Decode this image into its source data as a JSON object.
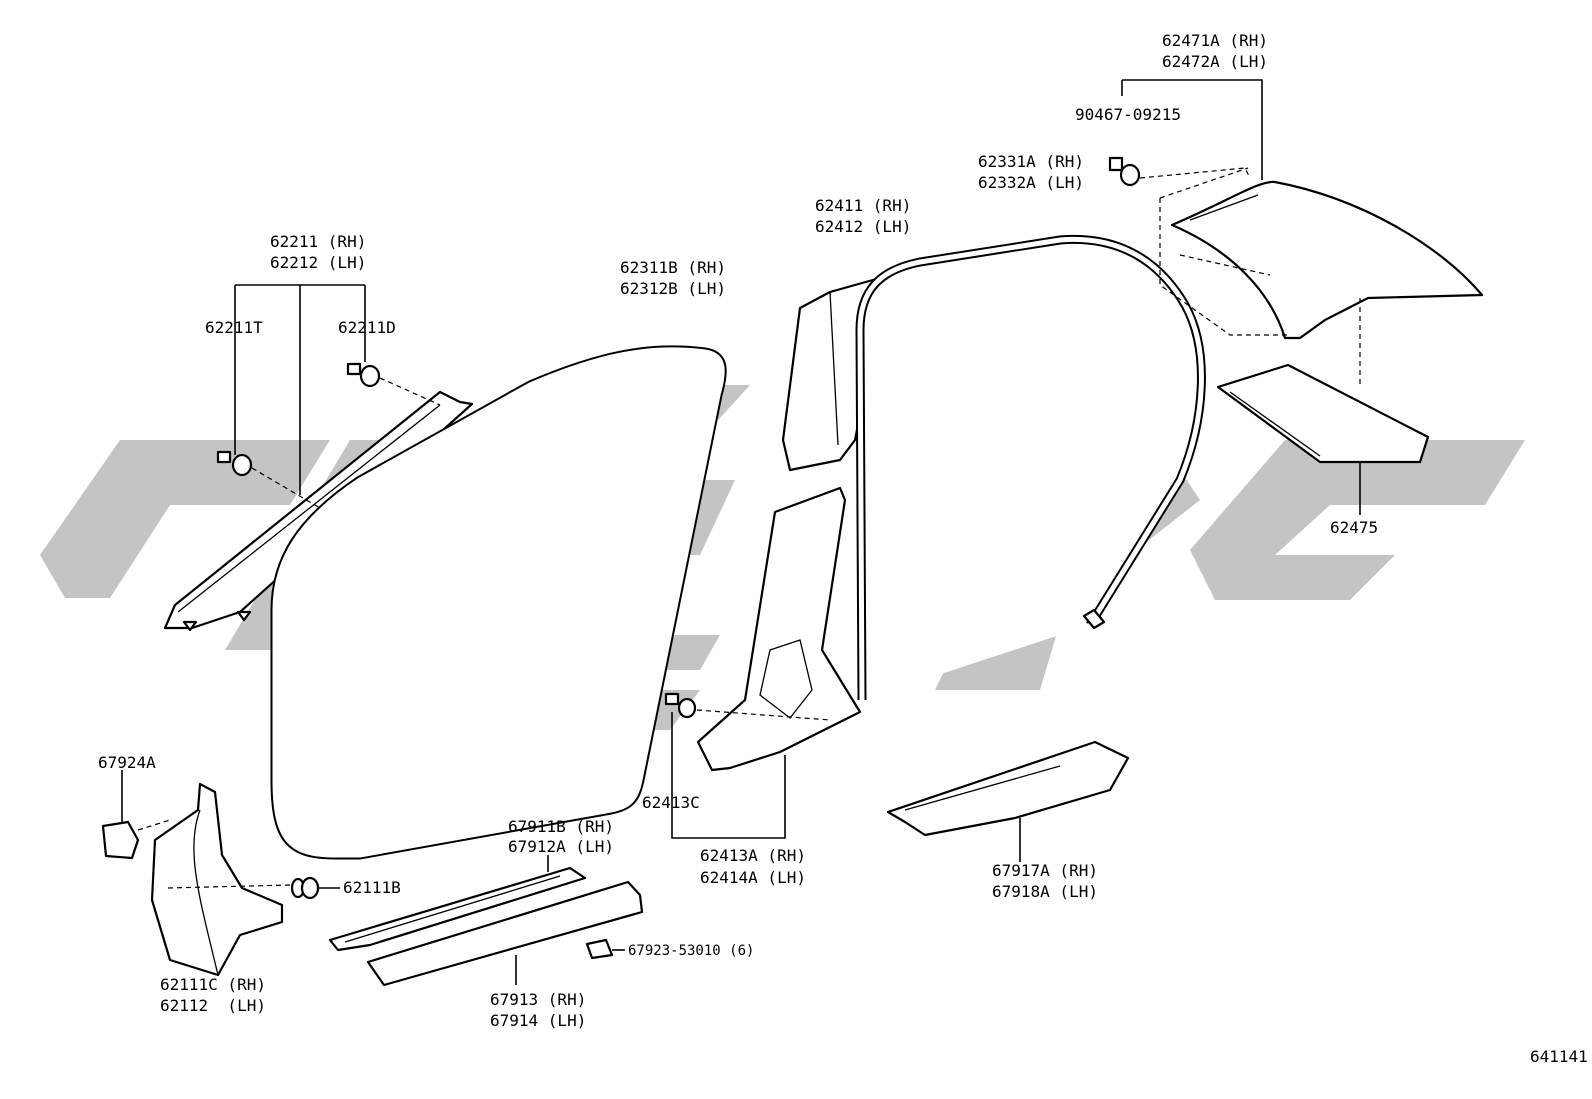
{
  "labels": {
    "p62211": "62211 (RH)",
    "p62212": "62212 (LH)",
    "p62211T": "62211T",
    "p62211D": "62211D",
    "p62311B": "62311B (RH)",
    "p62312B": "62312B (LH)",
    "p62411": "62411 (RH)",
    "p62412": "62412 (LH)",
    "p62331A": "62331A (RH)",
    "p62332A": "62332A (LH)",
    "p62471A": "62471A (RH)",
    "p62472A": "62472A (LH)",
    "p90467": "90467-09215",
    "p62475": "62475",
    "p67924A": "67924A",
    "p62111B": "62111B",
    "p62111C": "62111C (RH)",
    "p62112": "62112  (LH)",
    "p67911B": "67911B (RH)",
    "p67912A": "67912A (LH)",
    "p67923": "67923-53010 (6)",
    "p67913": "67913 (RH)",
    "p67914": "67914 (LH)",
    "p62413C": "62413C",
    "p62413A": "62413A (RH)",
    "p62414A": "62414A (LH)",
    "p67917A": "67917A (RH)",
    "p67918A": "67918A (LH)",
    "figure_number": "641141"
  },
  "colors": {
    "line": "#000000",
    "watermark": "#c4c4c4",
    "background": "#ffffff"
  }
}
